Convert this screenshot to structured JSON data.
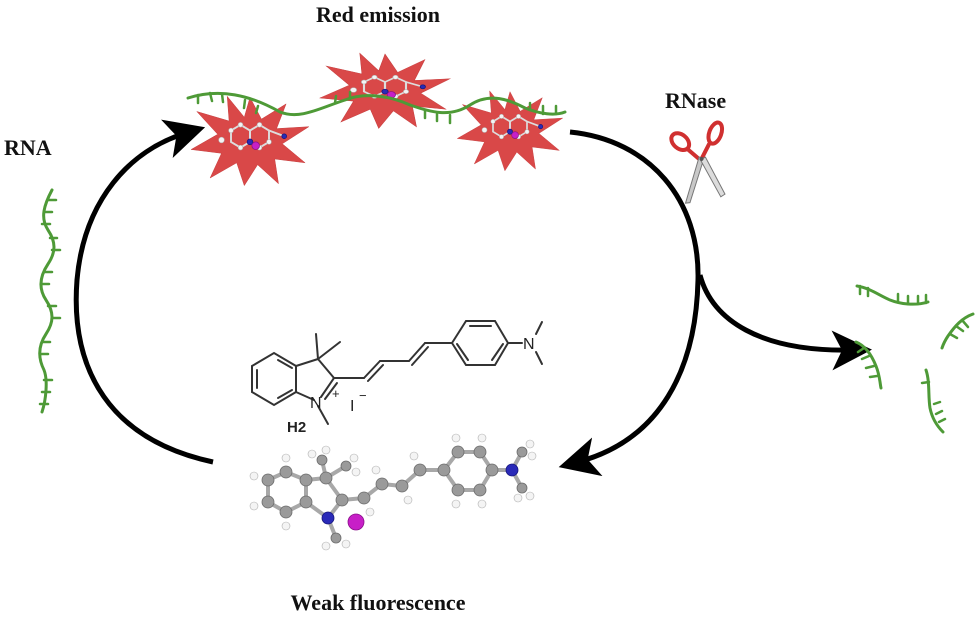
{
  "diagram": {
    "title_top": "Red emission",
    "title_bottom": "Weak fluorescence",
    "label_rna": "RNA",
    "label_rnase": "RNase",
    "compound": {
      "name": "H2",
      "nitrogen_label": "N",
      "charge_plus": "+",
      "counter_ion": "I",
      "charge_minus": "−",
      "amine_label": "N"
    },
    "colors": {
      "rna": "#4e9a37",
      "emission_burst": "#d94848",
      "arrow": "#000000",
      "scissors_handle": "#d03030",
      "nitrogen_atom": "#2a2ab8",
      "iodide_ion": "#c71fc7"
    },
    "icons": [
      "rna-strand-icon",
      "scissors-icon",
      "emission-burst-icon",
      "molecule-ball-stick-icon",
      "rna-fragment-icon"
    ]
  }
}
